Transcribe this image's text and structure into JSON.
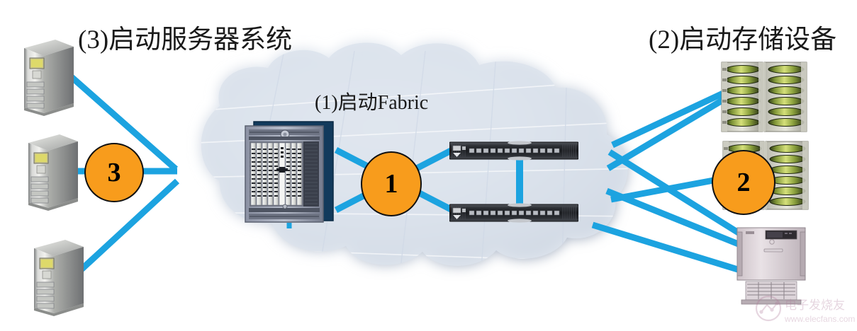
{
  "diagram": {
    "title_visible": false,
    "background_color": "#ffffff",
    "link_color": "#1CA3E0",
    "step_circle_color": "#F89C1C",
    "step_circle_border_color": "#101010",
    "cloud_color": "#aab6c8"
  },
  "labels": {
    "servers": "(3)启动服务器系统",
    "storage": "(2)启动存储设备",
    "fabric": "(1)启动Fabric"
  },
  "steps": [
    {
      "id": "step-1",
      "number": "1",
      "meaning": "启动Fabric"
    },
    {
      "id": "step-2",
      "number": "2",
      "meaning": "启动存储设备"
    },
    {
      "id": "step-3",
      "number": "3",
      "meaning": "启动服务器系统"
    }
  ],
  "devices": {
    "servers": [
      {
        "name": "server-tower-top"
      },
      {
        "name": "server-tower-middle"
      },
      {
        "name": "server-tower-bottom"
      }
    ],
    "fabric": [
      {
        "name": "director-switch-chassis"
      },
      {
        "name": "edge-switch-top"
      },
      {
        "name": "edge-switch-bottom"
      }
    ],
    "storage": [
      {
        "name": "disk-array-top"
      },
      {
        "name": "disk-array-middle"
      },
      {
        "name": "tape-library"
      }
    ]
  },
  "watermark": {
    "brand": "电子发烧友",
    "url": "www.elecfans.com"
  }
}
